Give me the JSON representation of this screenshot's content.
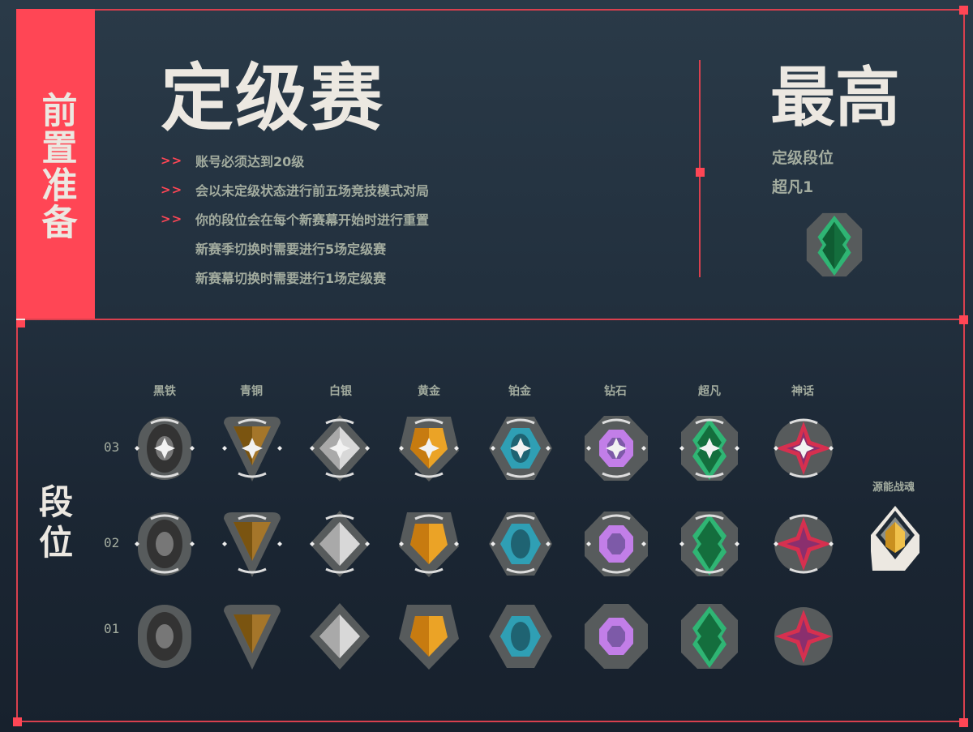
{
  "prerequisites": {
    "side_label": "前置准备",
    "title": "定级赛",
    "bullets": [
      {
        "marker": ">>",
        "text": "账号必须达到20级"
      },
      {
        "marker": ">>",
        "text": "会以未定级状态进行前五场竞技模式对局"
      },
      {
        "marker": ">>",
        "text": "你的段位会在每个新赛幕开始时进行重置"
      },
      {
        "marker": "",
        "text": "新赛季切换时需要进行5场定级赛"
      },
      {
        "marker": "",
        "text": "新赛幕切换时需要进行1场定级赛"
      }
    ]
  },
  "highest": {
    "title": "最高",
    "subtitle": "定级段位",
    "rank": "超凡1",
    "icon": "ascendant-1-icon"
  },
  "ranks": {
    "side_label": "段位",
    "tiers": [
      {
        "name": "黑铁",
        "color": "#4a4a4a",
        "icon": "iron-icon"
      },
      {
        "name": "青铜",
        "color": "#a5762a",
        "icon": "bronze-icon"
      },
      {
        "name": "白银",
        "color": "#d8d8d8",
        "icon": "silver-icon"
      },
      {
        "name": "黄金",
        "color": "#eba326",
        "icon": "gold-icon"
      },
      {
        "name": "铂金",
        "color": "#2f9fb4",
        "icon": "platinum-icon"
      },
      {
        "name": "钻石",
        "color": "#c27ee8",
        "icon": "diamond-icon"
      },
      {
        "name": "超凡",
        "color": "#1f9e5e",
        "icon": "ascendant-icon"
      },
      {
        "name": "神话",
        "color": "#d6304f",
        "icon": "immortal-icon"
      }
    ],
    "rows": [
      "03",
      "02",
      "01"
    ],
    "top_rank": {
      "name": "源能战魂",
      "icon": "radiant-icon"
    }
  },
  "colors": {
    "accent": "#ff4655",
    "text_light": "#ece8e1",
    "text_muted": "#a3ac9f"
  }
}
